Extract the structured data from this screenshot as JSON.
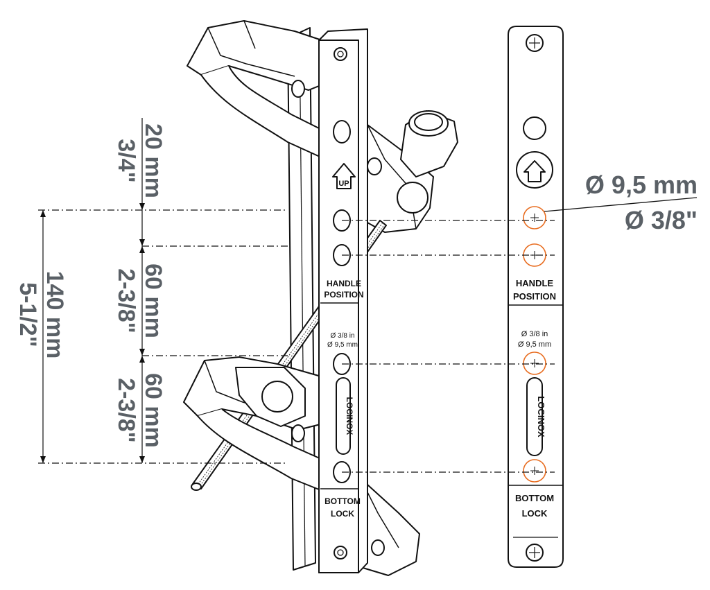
{
  "dimensions": {
    "top": {
      "mm": "20 mm",
      "inch": "3/4\""
    },
    "middle": {
      "mm": "60 mm",
      "inch": "2-3/8\""
    },
    "lower": {
      "mm": "60 mm",
      "inch": "2-3/8\""
    },
    "overall": {
      "mm": "140 mm",
      "inch": "5-1/2\""
    }
  },
  "callout": {
    "mm": "Ø 9,5 mm",
    "inch": "Ø 3/8\""
  },
  "plate": {
    "up_label": "UP",
    "handle_line1": "HANDLE",
    "handle_line2": "POSITION",
    "hole_in": "Ø 3/8 in",
    "hole_mm": "Ø 9,5 mm",
    "brand": "LOCINOX",
    "bottom_line1": "BOTTOM",
    "bottom_line2": "LOCK"
  },
  "colors": {
    "accent": "#e86c1f",
    "dimension_text": "#5a6066",
    "line": "#111111"
  }
}
